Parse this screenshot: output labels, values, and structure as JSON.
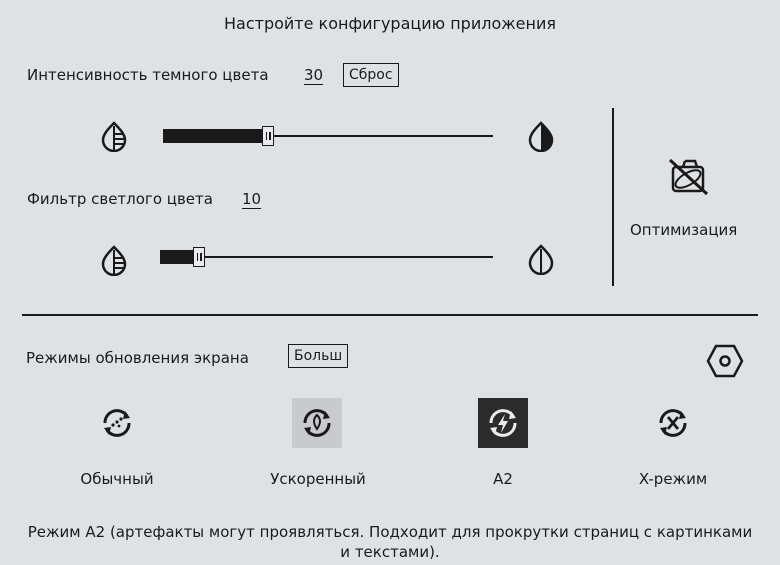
{
  "header": {
    "title": "Настройте конфигурацию приложения"
  },
  "dark": {
    "label": "Интенсивность темного цвета",
    "value": "30",
    "reset_label": "Сброс",
    "level": 30,
    "max": 100
  },
  "light": {
    "label": "Фильтр светлого цвета",
    "value": "10",
    "level": 10,
    "max": 100
  },
  "optimize": {
    "label": "Оптимизация",
    "icon": "no-optimize-icon"
  },
  "refresh": {
    "label": "Режимы обновления экрана",
    "more_label": "Больш",
    "settings_icon": "hexagon-settings-icon",
    "modes": [
      {
        "label": "Обычный",
        "icon": "normal-refresh-icon"
      },
      {
        "label": "Ускоренный",
        "icon": "fast-refresh-icon"
      },
      {
        "label": "A2",
        "icon": "a2-refresh-icon"
      },
      {
        "label": "X-режим",
        "icon": "x-mode-icon"
      }
    ],
    "description_line1": "Режим A2 (артефакты могут проявляться. Подходит для прокрутки страниц с картинками",
    "description_line2": "и текстами)."
  }
}
